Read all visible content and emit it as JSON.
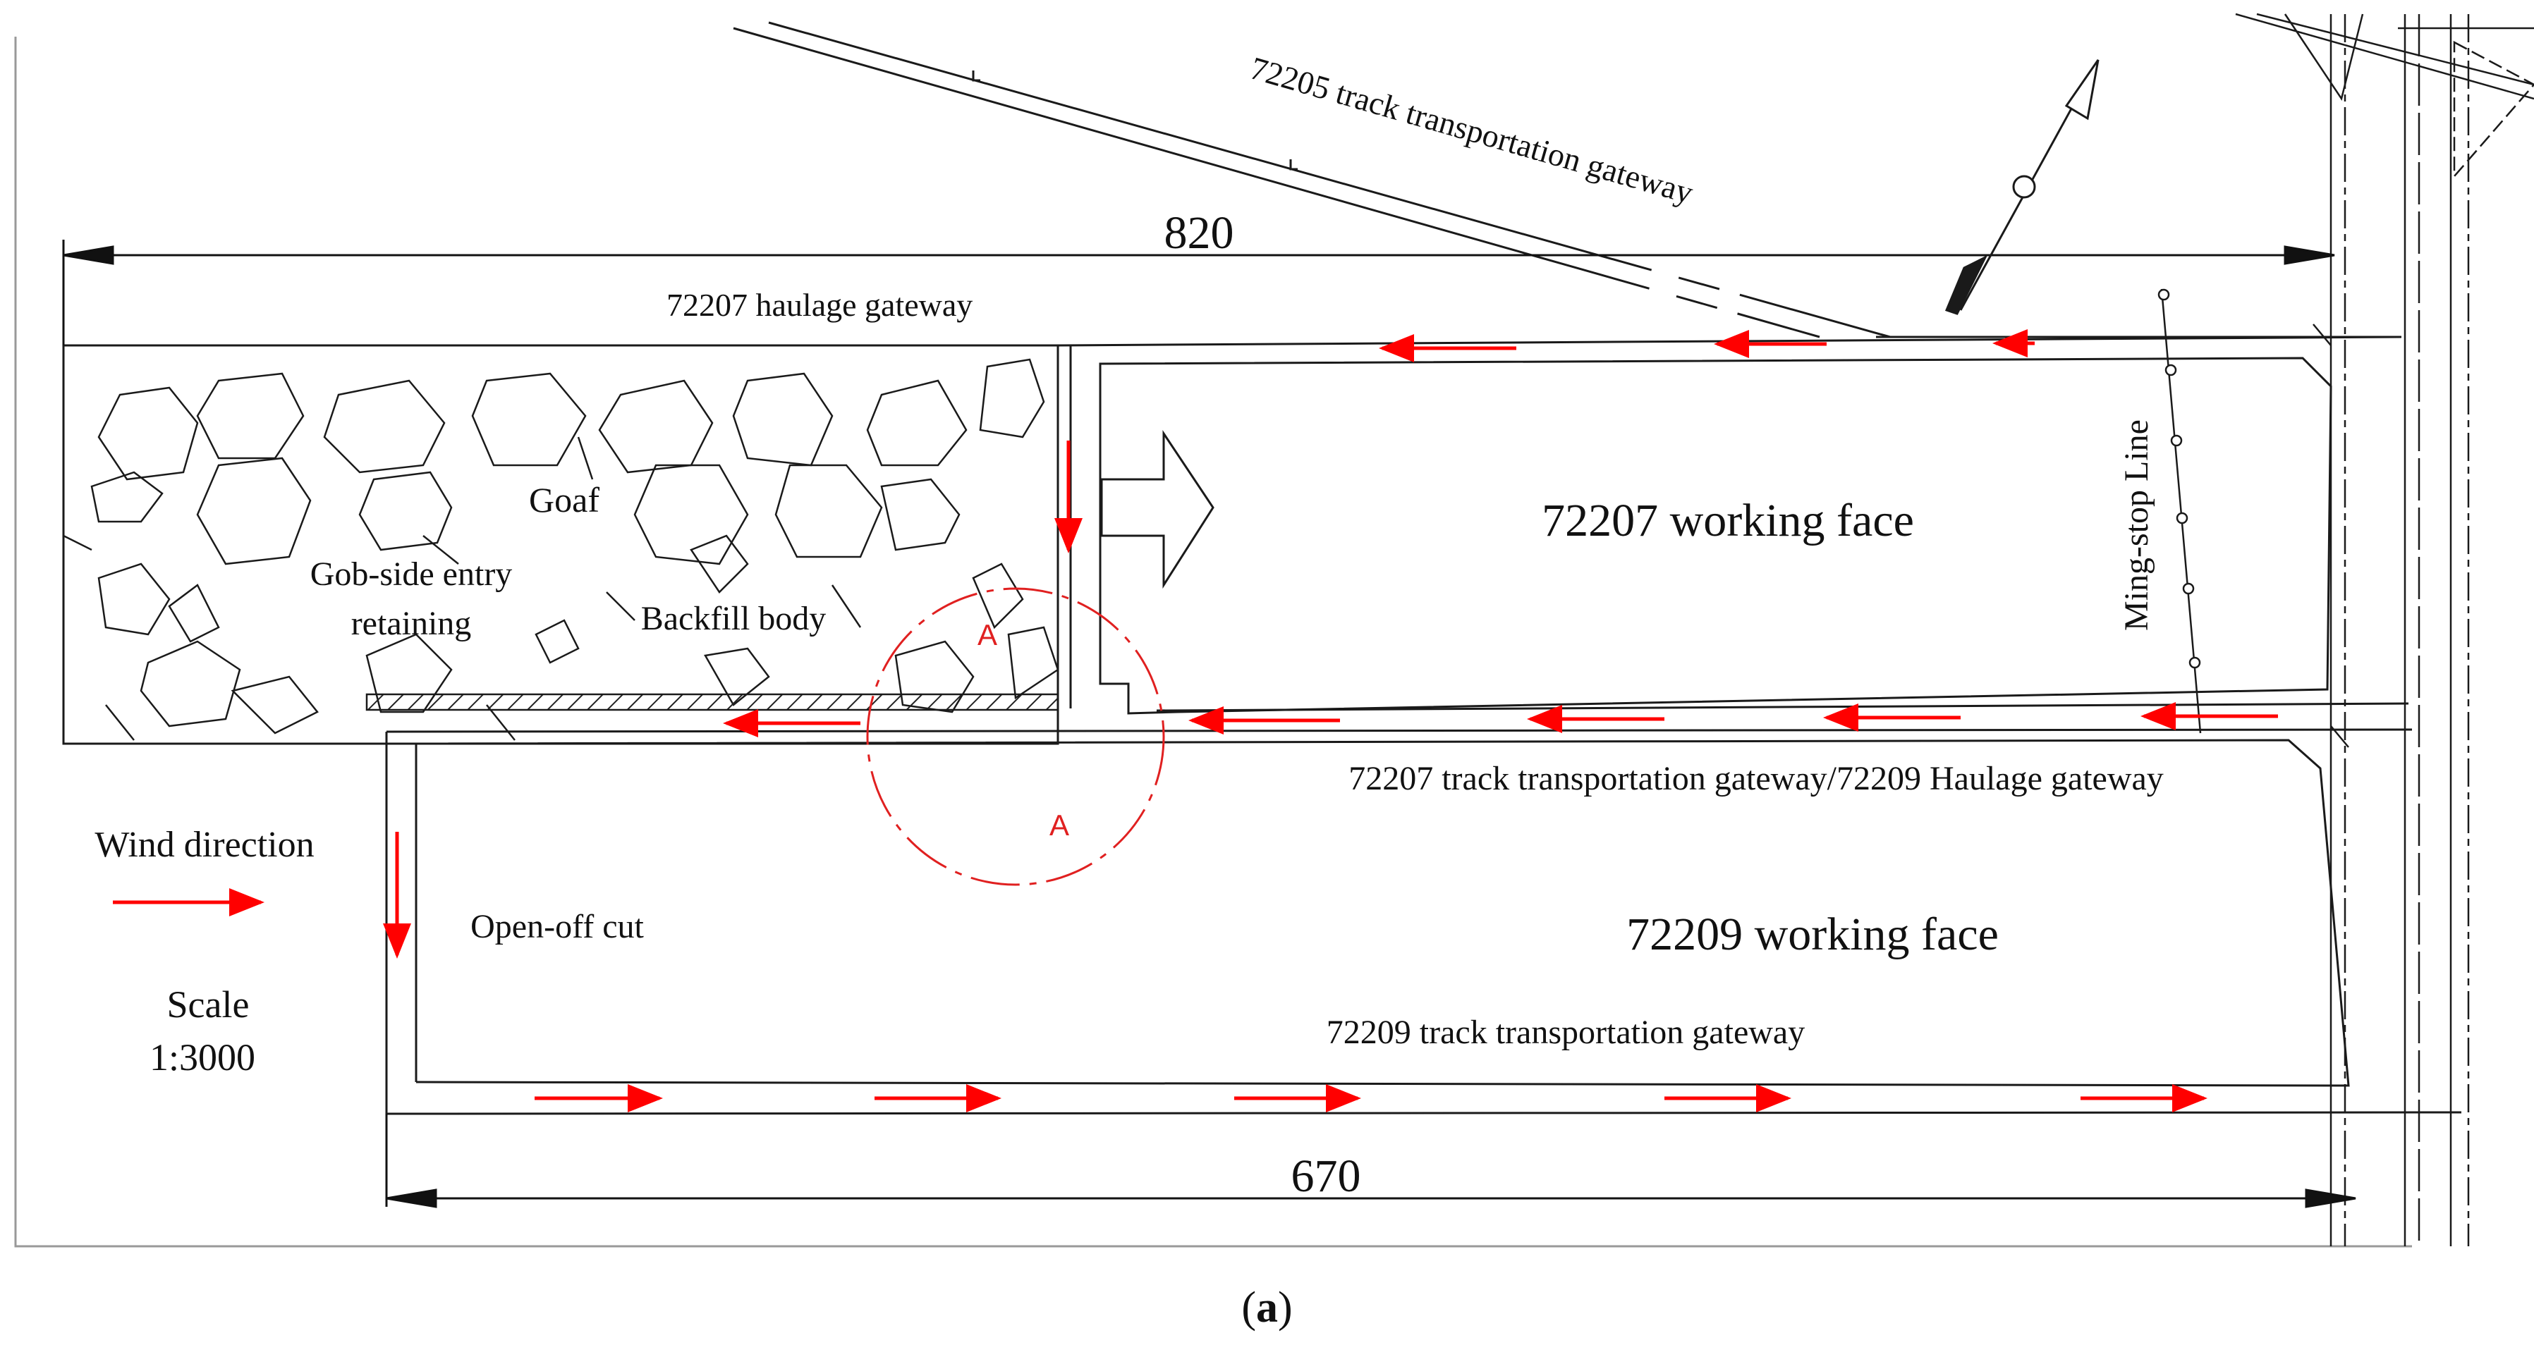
{
  "labels": {
    "dim_top": "820",
    "dim_bottom": "670",
    "gateway_205": "72205 track transportation gateway",
    "haulage_207": "72207 haulage gateway",
    "goaf": "Goaf",
    "gob_side_1": "Gob-side entry",
    "gob_side_2": "retaining",
    "backfill": "Backfill body",
    "face_207": "72207 working face",
    "face_209": "72209 working face",
    "mid_gateway": "72207 track transportation gateway/72209 Haulage gateway",
    "track_209": "72209 track transportation gateway",
    "open_off": "Open-off cut",
    "stop_line": "Ming-stop Line",
    "wind": "Wind direction",
    "scale_word": "Scale",
    "scale_value": "1:3000",
    "detail_top": "A",
    "detail_bottom": "A"
  },
  "caption": {
    "open": "(",
    "letter": "a",
    "close": ")"
  },
  "colors": {
    "line": "#1a1a1a",
    "airflow": "#ff0000",
    "hatch": "#222222"
  }
}
